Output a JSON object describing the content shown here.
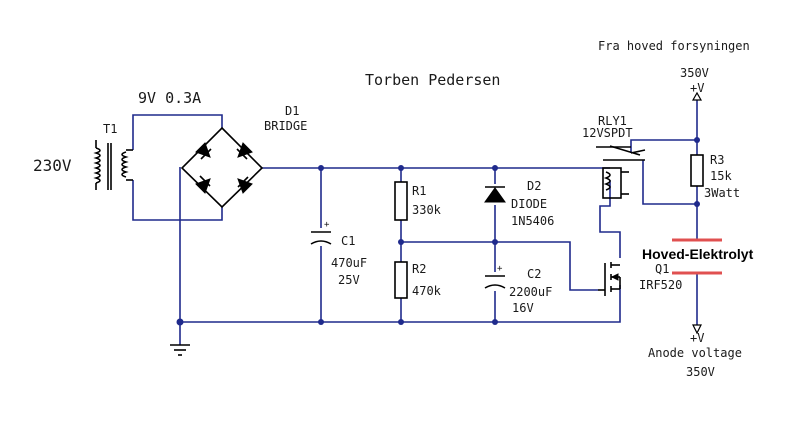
{
  "title": "Torben Pedersen",
  "supply_note": "Fra hoved forsyningen",
  "top_rail": {
    "voltage": "350V",
    "symbol": "+V"
  },
  "bottom_rail": {
    "symbol": "+V",
    "label": "Anode voltage",
    "voltage": "350V"
  },
  "mains_label": "230V",
  "transformer": {
    "ref": "T1",
    "rating": "9V 0.3A"
  },
  "bridge": {
    "ref": "D1",
    "type": "BRIDGE"
  },
  "c1": {
    "ref": "C1",
    "value": "470uF",
    "voltage": "25V"
  },
  "r1": {
    "ref": "R1",
    "value": "330k"
  },
  "r2": {
    "ref": "R2",
    "value": "470k"
  },
  "d2": {
    "ref": "D2",
    "type": "DIODE",
    "part": "1N5406"
  },
  "c2": {
    "ref": "C2",
    "value": "2200uF",
    "voltage": "16V"
  },
  "relay": {
    "ref": "RLY1",
    "type": "12VSPDT"
  },
  "r3": {
    "ref": "R3",
    "value": "15k",
    "power": "3Watt"
  },
  "q1": {
    "ref": "Q1",
    "part": "IRF520"
  },
  "main_cap_label": "Hoved-Elektrolyt",
  "colors": {
    "wire": "#1f2a8c",
    "component": "#000000",
    "main_cap": "#e05050"
  }
}
